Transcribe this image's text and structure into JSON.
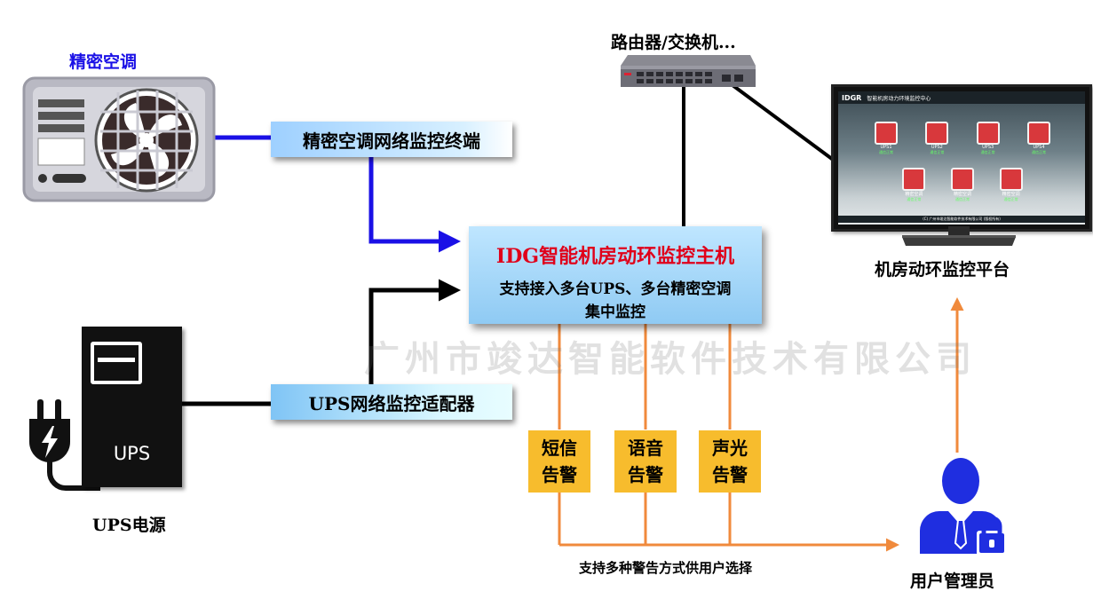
{
  "labels": {
    "ac": "精密空调",
    "router": "路由器/交换机...",
    "platform": "机房动环监控平台",
    "ups_power": "UPS电源",
    "user": "用户管理员",
    "alarm_methods": "支持多种警告方式供用户选择"
  },
  "boxes": {
    "ac_terminal": "精密空调网络监控终端",
    "ups_adapter": "UPS网络监控适配器",
    "host_title": "IDG智能机房动环监控主机",
    "host_sub1": "支持接入多台UPS、多台精密空调",
    "host_sub2": "集中监控"
  },
  "alarms": [
    {
      "line1": "短信",
      "line2": "告警"
    },
    {
      "line1": "语音",
      "line2": "告警"
    },
    {
      "line1": "声光",
      "line2": "告警"
    }
  ],
  "ups_unit_label": "UPS",
  "watermark": "广州市竣达智能软件技术有限公司",
  "monitor": {
    "logo": "IDGR",
    "app_title": "智能机房动力环境监控中心",
    "tiles": [
      {
        "label": "UPS1",
        "status": "通信正常"
      },
      {
        "label": "UPS2",
        "status": "通信正常"
      },
      {
        "label": "UPS3",
        "status": "通信正常"
      },
      {
        "label": "UPS4",
        "status": "通信正常"
      },
      {
        "label": "精密空调",
        "status": "通信正常"
      },
      {
        "label": "精密空调",
        "status": "通信正常"
      },
      {
        "label": "精密空调",
        "status": "通信正常"
      }
    ],
    "footer": "(C) 广州市竣达智能软件技术有限公司 (版权所有)"
  },
  "colors": {
    "blue_line": "#1a10e6",
    "orange_line": "#f08a3c",
    "alarm_fill": "#f7bc2d",
    "host_title": "#e0001a",
    "user_blue": "#1f2ee0"
  }
}
